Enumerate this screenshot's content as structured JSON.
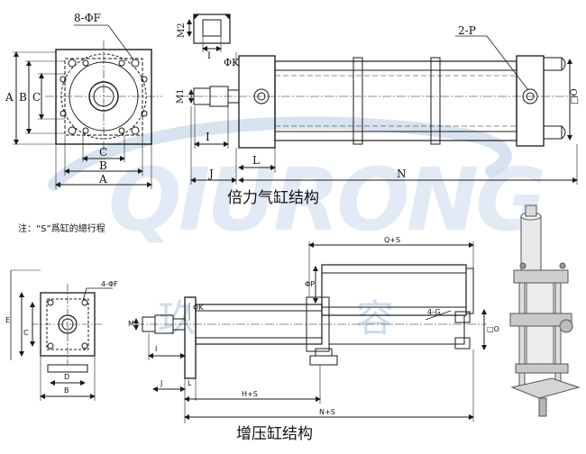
{
  "top_drawing": {
    "title": "倍力气缸结构",
    "labels": {
      "mount_holes": "8-ΦF",
      "port": "2-P",
      "m2": "M2",
      "m1": "M1",
      "i_top": "I",
      "phi_k": "ΦK",
      "dim_a_left": "A",
      "dim_b_left": "B",
      "dim_c_left": "C",
      "dim_c_bottom": "C",
      "dim_b_bottom": "B",
      "dim_a_bottom": "A",
      "dim_l_front": "L",
      "dim_i": "I",
      "dim_j": "J",
      "dim_l": "L",
      "dim_n": "N",
      "dim_o": "□O"
    }
  },
  "note": "注：“S”爲缸的總行程",
  "bottom_drawing": {
    "title": "增压缸结构",
    "labels": {
      "mount_holes": "4-ΦF",
      "port": "4-G",
      "q_s": "Q+S",
      "phi_p": "ΦP",
      "phi_k": "ΦK",
      "m": "M",
      "e": "E",
      "c": "C",
      "b": "B",
      "d": "D",
      "i": "I",
      "j": "J",
      "l": "L",
      "h_s": "H+S",
      "n_s": "N+S",
      "o": "□O"
    }
  },
  "watermark": {
    "brand": "QIURONG",
    "chinese": [
      "玖",
      "容"
    ]
  },
  "colors": {
    "line": "#1a1a1a",
    "watermark": "#b9cde6",
    "watermark_dark": "#8fb0d8"
  }
}
